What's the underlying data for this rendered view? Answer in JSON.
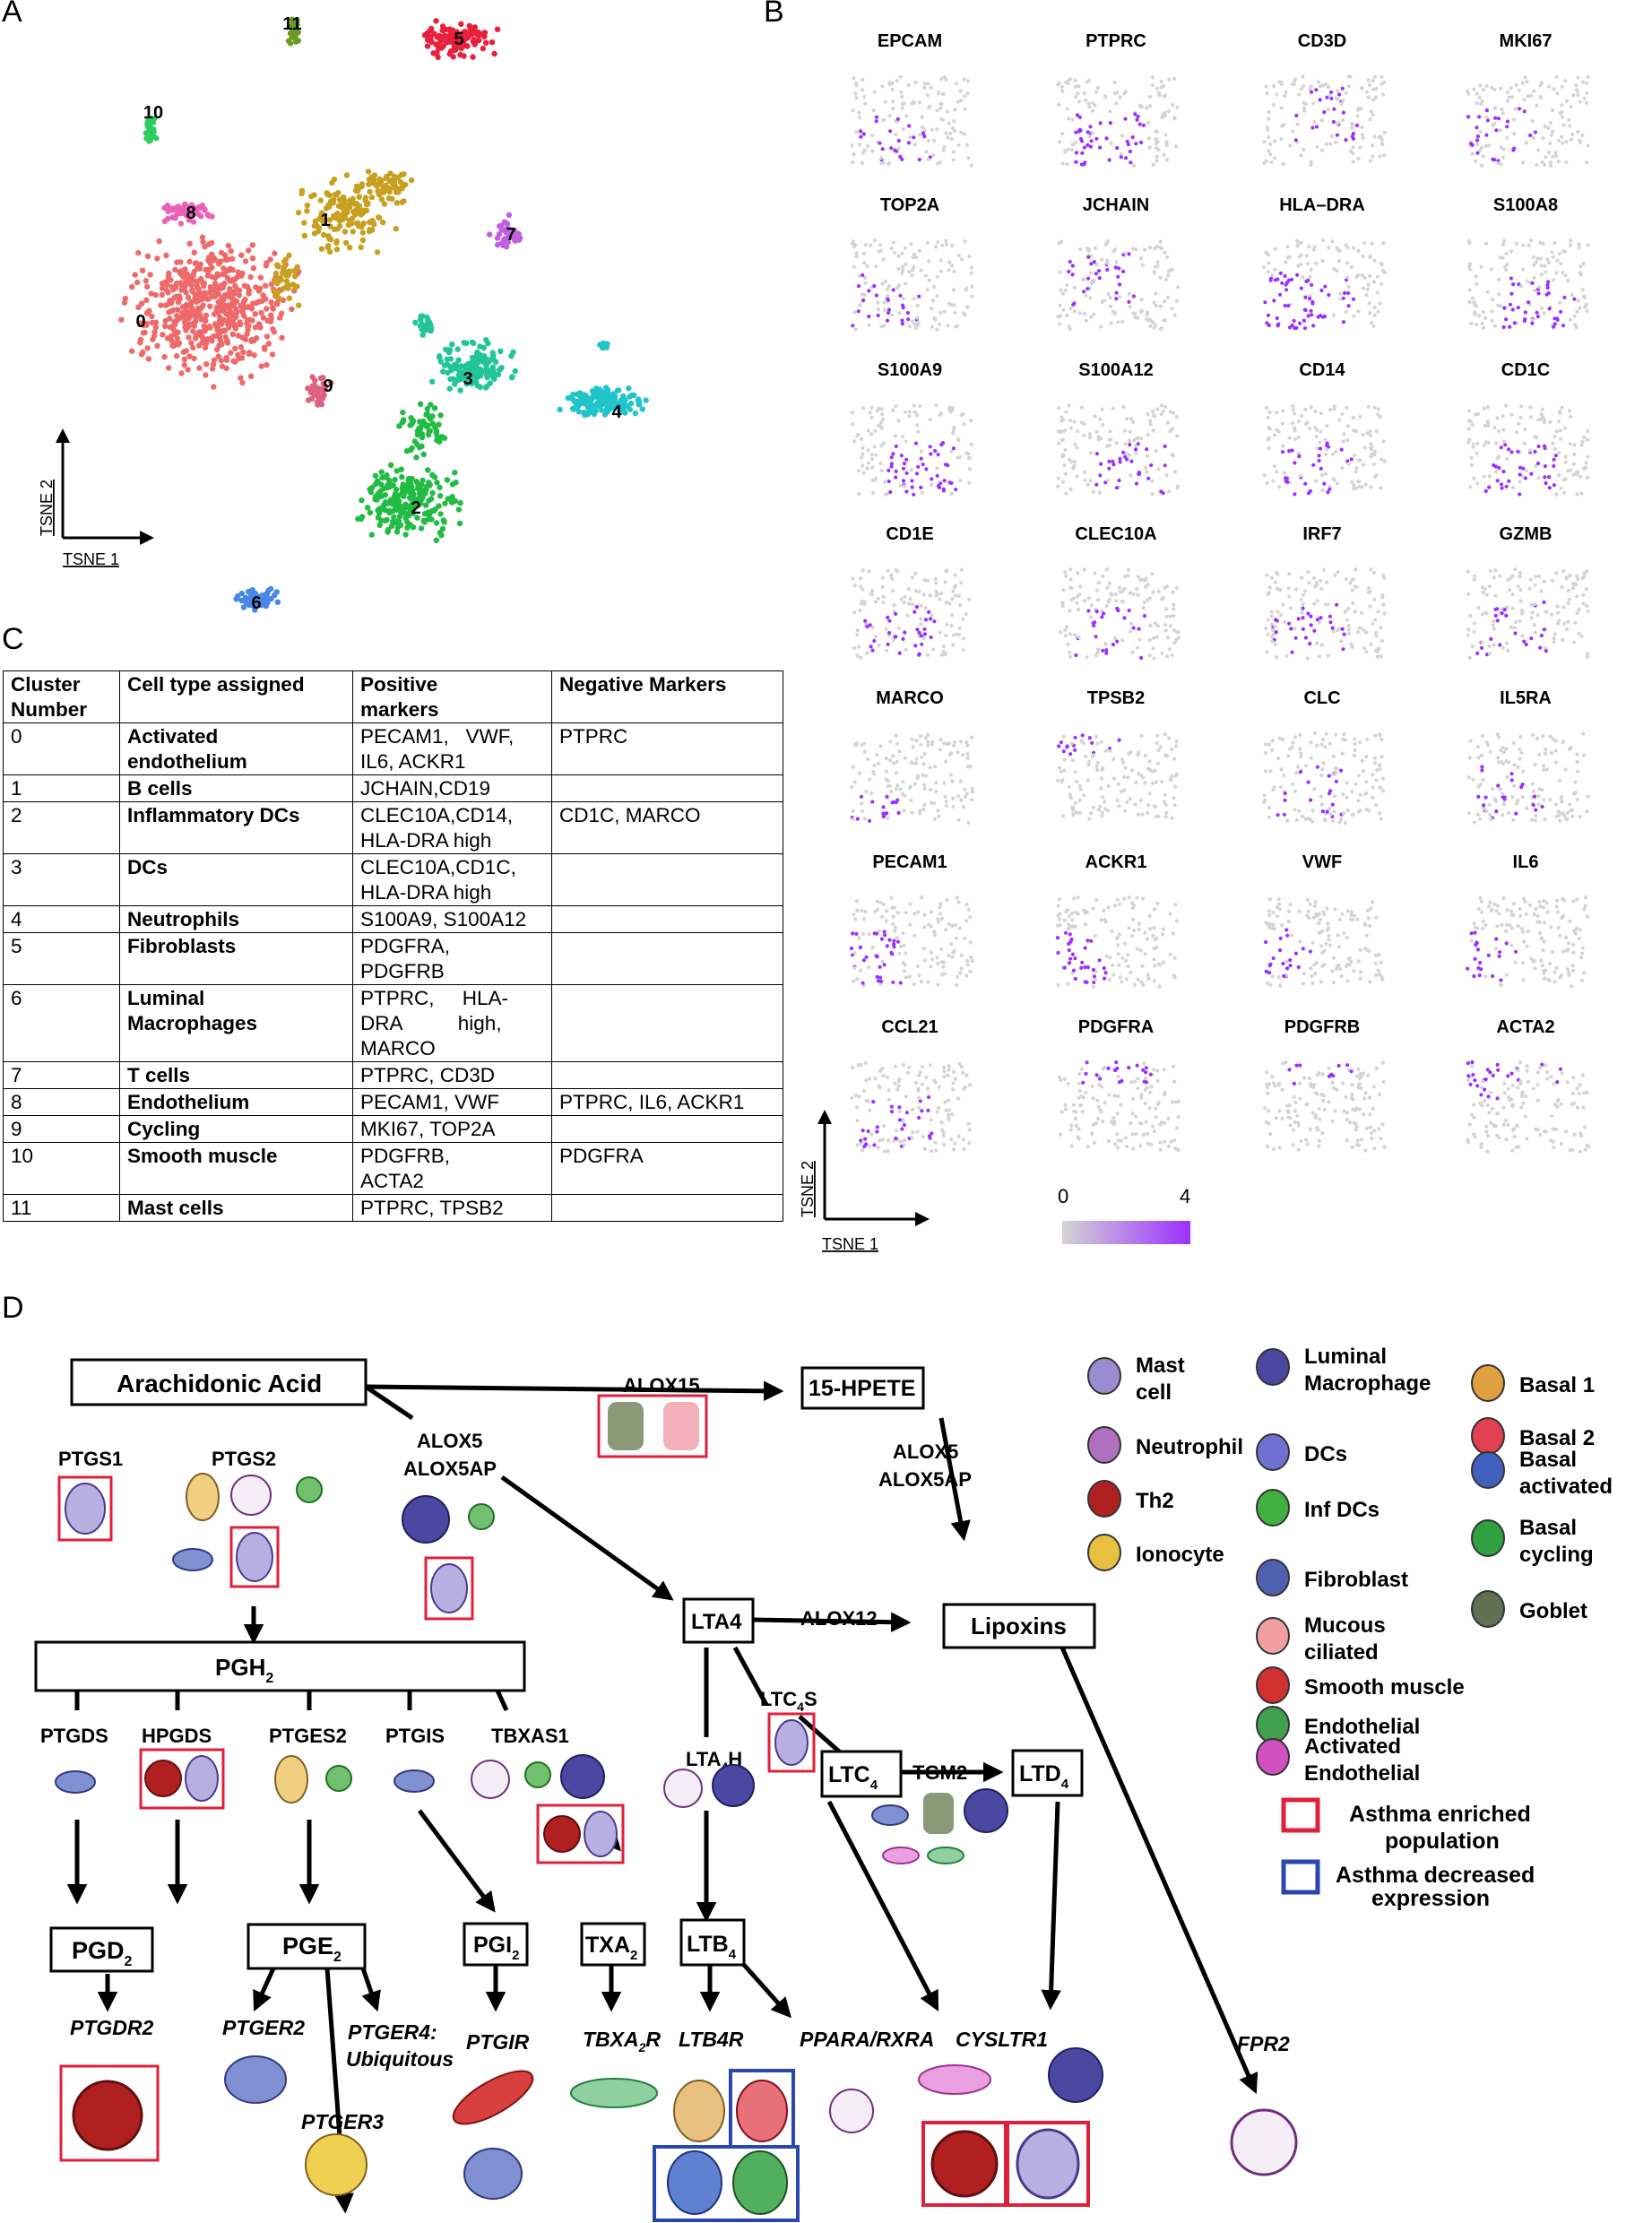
{
  "panels": {
    "a": "A",
    "b": "B",
    "c": "C",
    "d": "D"
  },
  "panelA": {
    "axis_y": "TSNE 2",
    "axis_x": "TSNE 1",
    "clusters": [
      {
        "id": "0",
        "label": "0",
        "color": "#ee6a6a"
      },
      {
        "id": "1",
        "label": "1",
        "color": "#c8a020"
      },
      {
        "id": "2",
        "label": "2",
        "color": "#22bb44"
      },
      {
        "id": "3",
        "label": "3",
        "color": "#22c49a"
      },
      {
        "id": "4",
        "label": "4",
        "color": "#22c4cc"
      },
      {
        "id": "5",
        "label": "5",
        "color": "#e8203c"
      },
      {
        "id": "6",
        "label": "6",
        "color": "#4a88e8"
      },
      {
        "id": "7",
        "label": "7",
        "color": "#c060e0"
      },
      {
        "id": "8",
        "label": "8",
        "color": "#ec60b8"
      },
      {
        "id": "9",
        "label": "9",
        "color": "#e06080"
      },
      {
        "id": "10",
        "label": "10",
        "color": "#30cc60"
      },
      {
        "id": "11",
        "label": "11",
        "color": "#6a9a20"
      }
    ]
  },
  "panelB": {
    "genes": [
      "EPCAM",
      "PTPRC",
      "CD3D",
      "MKI67",
      "TOP2A",
      "JCHAIN",
      "HLA–DRA",
      "S100A8",
      "S100A9",
      "S100A12",
      "CD14",
      "CD1C",
      "CD1E",
      "CLEC10A",
      "IRF7",
      "GZMB",
      "MARCO",
      "TPSB2",
      "CLC",
      "IL5RA",
      "PECAM1",
      "ACKR1",
      "VWF",
      "IL6",
      "CCL21",
      "PDGFRA",
      "PDGFRB",
      "ACTA2"
    ],
    "axis_y": "TSNE 2",
    "axis_x": "TSNE 1",
    "scale_min": "0",
    "scale_max": "4",
    "colors": {
      "low": "#d4d4d4",
      "high": "#9b30ff"
    }
  },
  "tableC": {
    "headers": [
      "Cluster\nNumber",
      "Cell type assigned",
      "Positive\nmarkers",
      "Negative Markers"
    ],
    "rows": [
      [
        "0",
        "Activated\nendothelium",
        "PECAM1,   VWF,\nIL6, ACKR1",
        "PTPRC"
      ],
      [
        "1",
        "B cells",
        "JCHAIN,CD19",
        ""
      ],
      [
        "2",
        "Inflammatory DCs",
        "CLEC10A,CD14,\nHLA-DRA high",
        "CD1C, MARCO"
      ],
      [
        "3",
        "DCs",
        "CLEC10A,CD1C,\nHLA-DRA high",
        ""
      ],
      [
        "4",
        "Neutrophils",
        "S100A9, S100A12",
        ""
      ],
      [
        "5",
        "Fibroblasts",
        "PDGFRA,\nPDGFRB",
        ""
      ],
      [
        "6",
        "Luminal\nMacrophages",
        "PTPRC,     HLA-\nDRA          high,\nMARCO",
        ""
      ],
      [
        "7",
        "T cells",
        "PTPRC, CD3D",
        ""
      ],
      [
        "8",
        "Endothelium",
        "PECAM1, VWF",
        "PTPRC, IL6, ACKR1"
      ],
      [
        "9",
        "Cycling",
        "MKI67, TOP2A",
        ""
      ],
      [
        "10",
        "Smooth muscle",
        "PDGFRB,\nACTA2",
        "PDGFRA"
      ],
      [
        "11",
        "Mast cells",
        "PTPRC, TPSB2",
        ""
      ]
    ]
  },
  "panelD": {
    "boxes": {
      "aa": "Arachidonic Acid",
      "hpete": "15-HPETE",
      "lipoxins": "Lipoxins",
      "lta4": "LTA4",
      "pgh2": "PGH",
      "pgd2": "PGD",
      "pge2": "PGE",
      "pgi2": "PGI",
      "txa2": "TXA",
      "ltb4": "LTB",
      "ltc4": "LTC",
      "ltd4": "LTD",
      "sub2": "2",
      "sub4": "4"
    },
    "enzymes": {
      "alox15": "ALOX15",
      "alox5_l": "ALOX5",
      "alox5ap_l": "ALOX5AP",
      "alox5_r": "ALOX5",
      "alox5ap_r": "ALOX5AP",
      "alox12": "ALOX12",
      "ptgs1": "PTGS1",
      "ptgs2": "PTGS2",
      "ptgds": "PTGDS",
      "hpgds": "HPGDS",
      "ptges2": "PTGES2",
      "ptgis": "PTGIS",
      "tbxas1": "TBXAS1",
      "ltc4s": "LTC",
      "ltc4s_s": "S",
      "lta4h": "LTA",
      "lta4h_h": "H",
      "tgm2": "TGM2"
    },
    "receptors": {
      "ptgdr2": "PTGDR2",
      "ptger2": "PTGER2",
      "ptger4": "PTGER4:",
      "ptger4b": "Ubiquitous",
      "ptger3": "PTGER3",
      "ptgir": "PTGIR",
      "tbxa2r": "TBXA",
      "tbxa2r_r": "R",
      "ltb4r": "LTB4R",
      "ppara": "PPARA/RXRA",
      "cysltr1": "CYSLTR1",
      "fpr2": "FPR2"
    },
    "legend": [
      {
        "name": "Mast\ncell",
        "color": "#9a8cd0"
      },
      {
        "name": "Neutrophil",
        "color": "#b070c0"
      },
      {
        "name": "Th2",
        "color": "#b02020"
      },
      {
        "name": "Ionocyte",
        "color": "#e8c040"
      },
      {
        "name": "Luminal\nMacrophage",
        "color": "#4a48a0"
      },
      {
        "name": "DCs",
        "color": "#7070d0"
      },
      {
        "name": "Inf DCs",
        "color": "#40b040"
      },
      {
        "name": "Fibroblast",
        "color": "#5060b0"
      },
      {
        "name": "Mucous\nciliated",
        "color": "#f0a0a0"
      },
      {
        "name": "Smooth muscle",
        "color": "#d03030"
      },
      {
        "name": "Endothelial",
        "color": "#40a050"
      },
      {
        "name": "Activated\nEndothelial",
        "color": "#d050c0"
      },
      {
        "name": "Basal 1",
        "color": "#e0a040"
      },
      {
        "name": "Basal 2",
        "color": "#e04050"
      },
      {
        "name": "Basal\nactivated",
        "color": "#4060c0"
      },
      {
        "name": "Basal\ncycling",
        "color": "#30a040"
      },
      {
        "name": "Goblet",
        "color": "#607050"
      }
    ],
    "legend_enriched": "Asthma enriched\npopulation",
    "legend_decreased": "Asthma decreased\nexpression",
    "enriched_color": "#e0203a",
    "decreased_color": "#2848b0"
  }
}
